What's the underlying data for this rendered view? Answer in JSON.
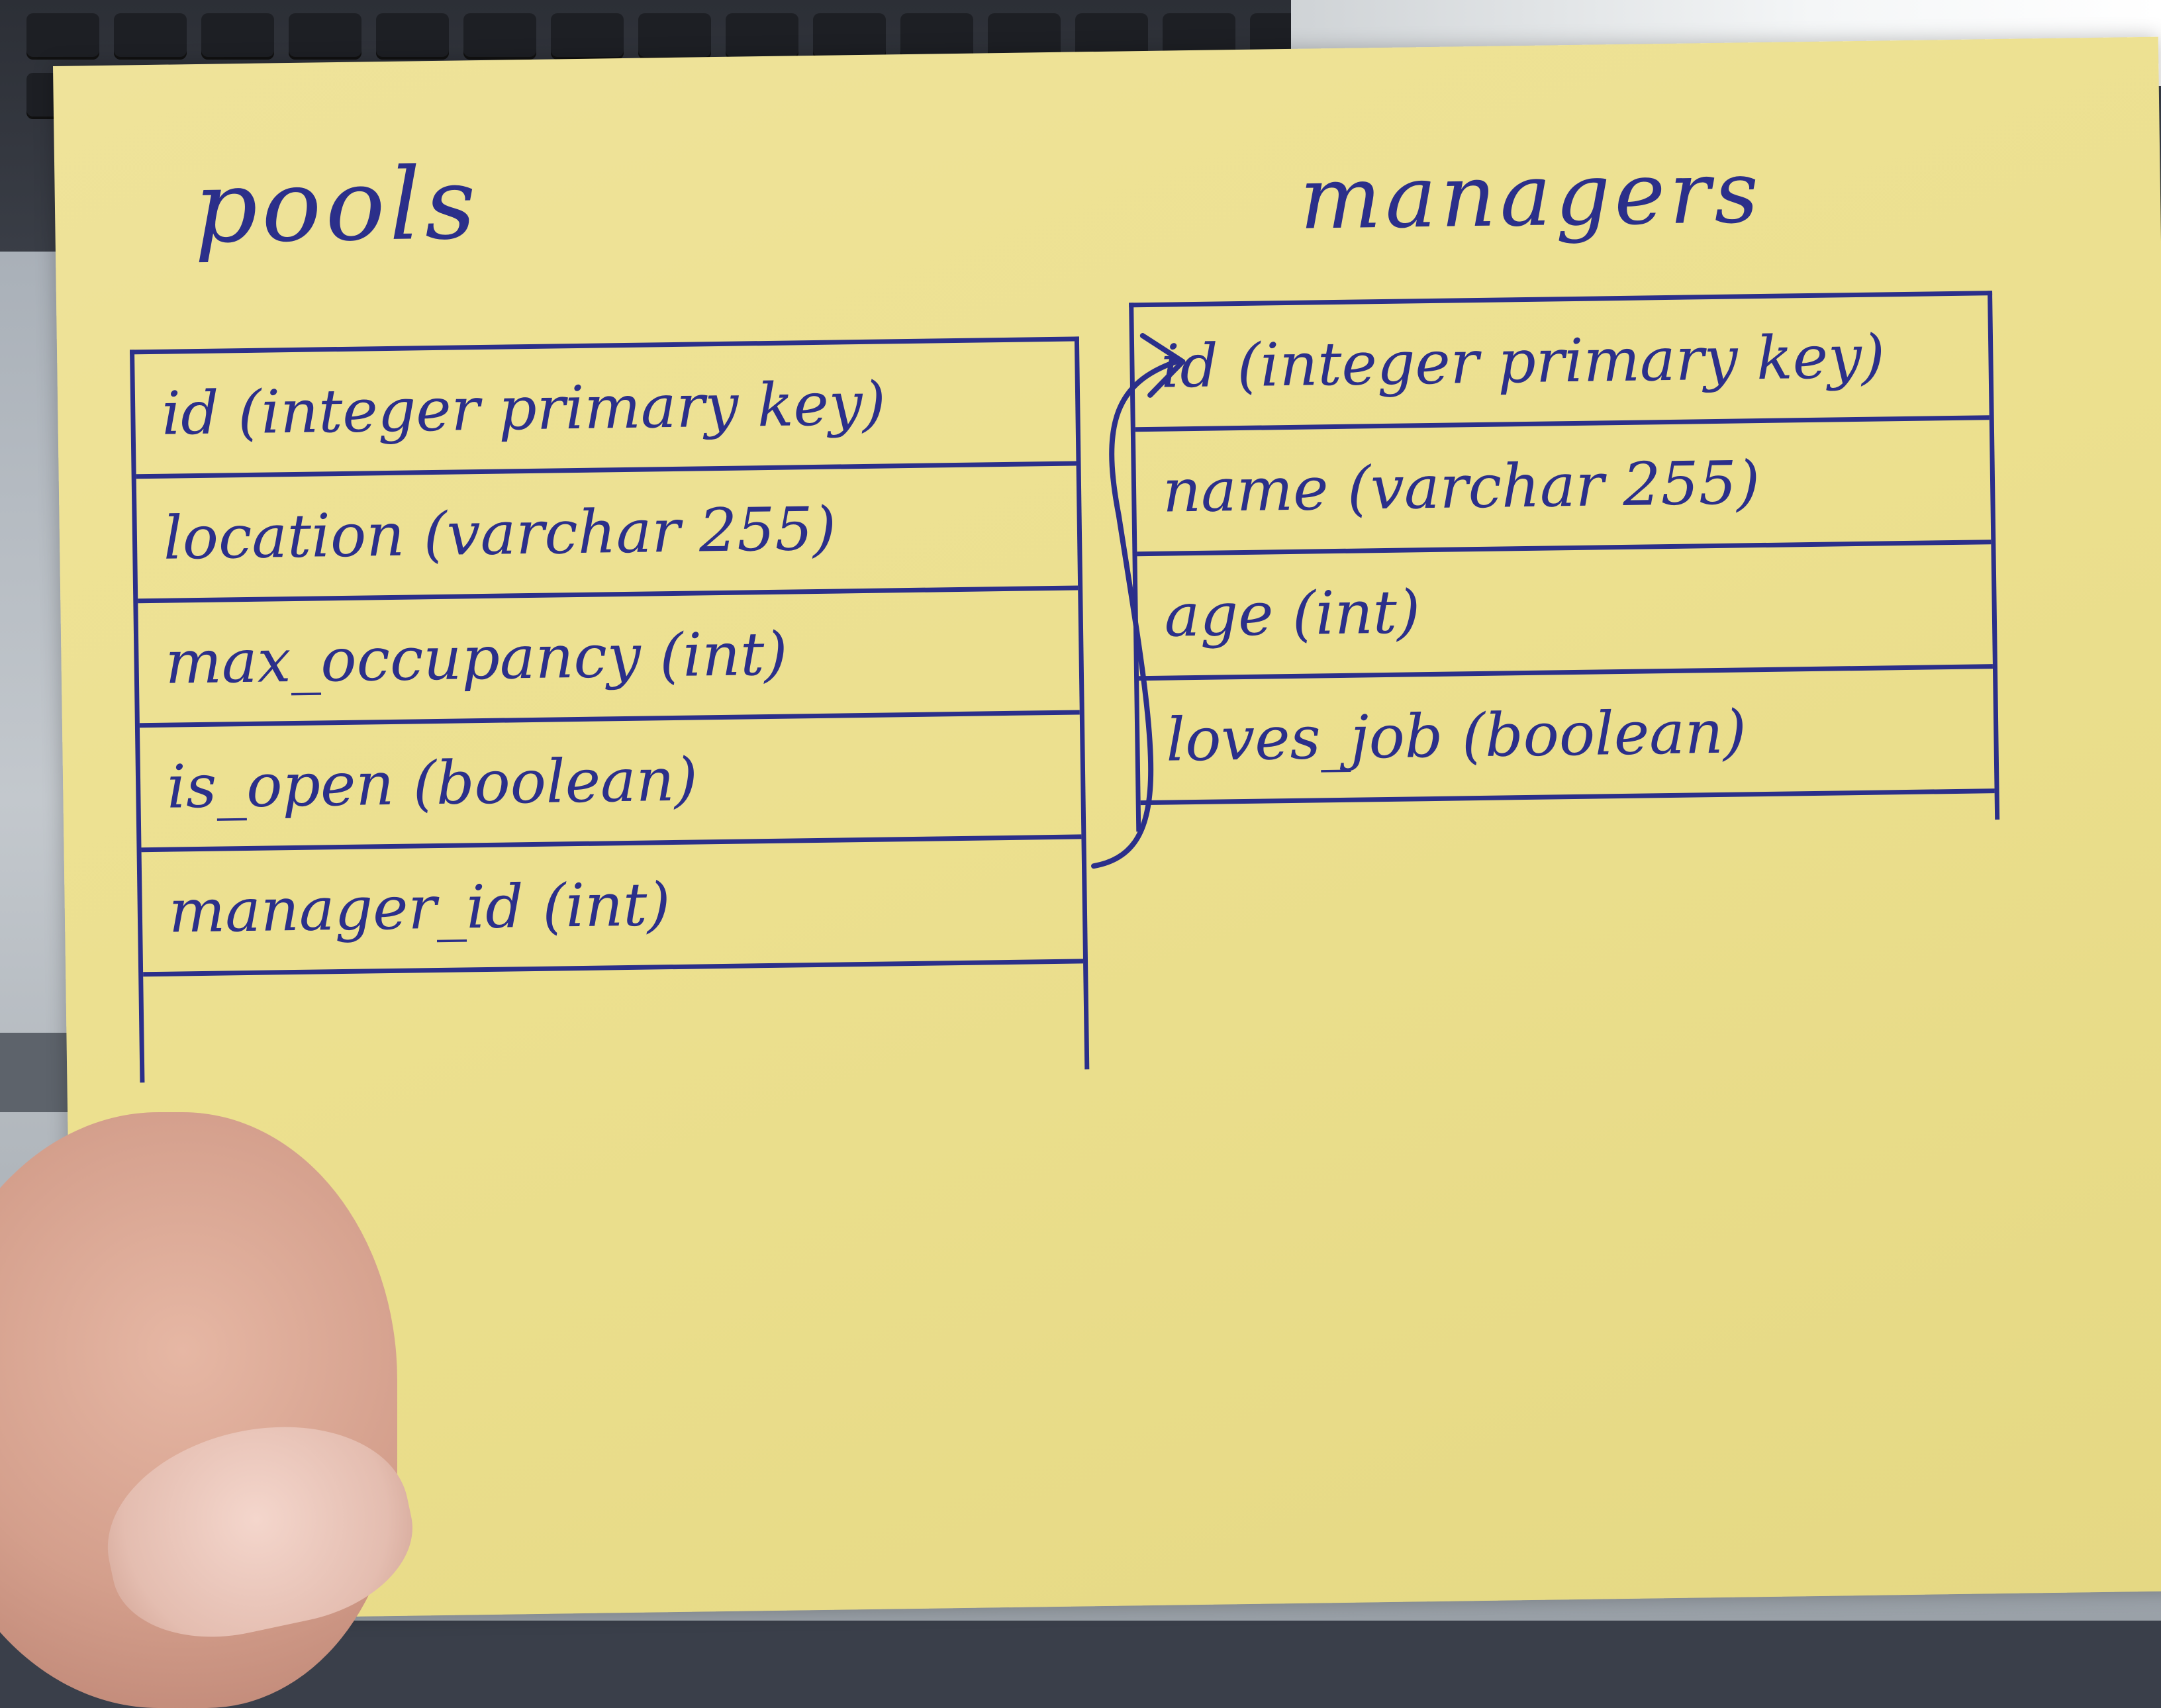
{
  "colors": {
    "note": "#ece08f",
    "ink": "#2b2f8a"
  },
  "pools": {
    "title": "pools",
    "rows": [
      "id (integer primary key)",
      "location (varchar 255)",
      "max_occupancy (int)",
      "is_open (boolean)",
      "manager_id (int)"
    ]
  },
  "managers": {
    "title": "managers",
    "rows": [
      "id (integer primary key)",
      "name (varchar 255)",
      "age (int)",
      "loves_job (boolean)"
    ]
  },
  "relation": {
    "from": "pools.manager_id",
    "to": "managers.id",
    "arrow": "arrow-head-icon"
  }
}
